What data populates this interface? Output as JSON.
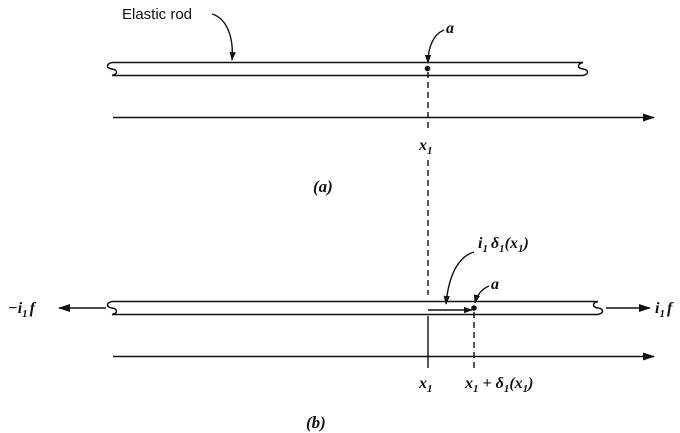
{
  "figure": {
    "panel_a": {
      "rod_label": "Elastic rod",
      "point_label": "a",
      "position_label": "x",
      "position_sub": "1",
      "caption": "(a)"
    },
    "panel_b": {
      "point_label": "a",
      "left_force": {
        "prefix": "−",
        "vector": "i",
        "sub": "1",
        "scalar": "f"
      },
      "right_force": {
        "vector": "i",
        "sub": "1",
        "scalar": "f"
      },
      "displacement": {
        "vector": "i",
        "sub": "1",
        "symbol": "δ",
        "sym_sub": "1",
        "arg": "(x",
        "arg_sub": "1",
        "close": ")"
      },
      "position_label": "x",
      "position_sub": "1",
      "displaced_label": {
        "x": "x",
        "x_sub": "1",
        "plus": " + ",
        "symbol": "δ",
        "sym_sub": "1",
        "arg": "(x",
        "arg_sub": "1",
        "close": ")"
      },
      "caption": "(b)"
    }
  }
}
